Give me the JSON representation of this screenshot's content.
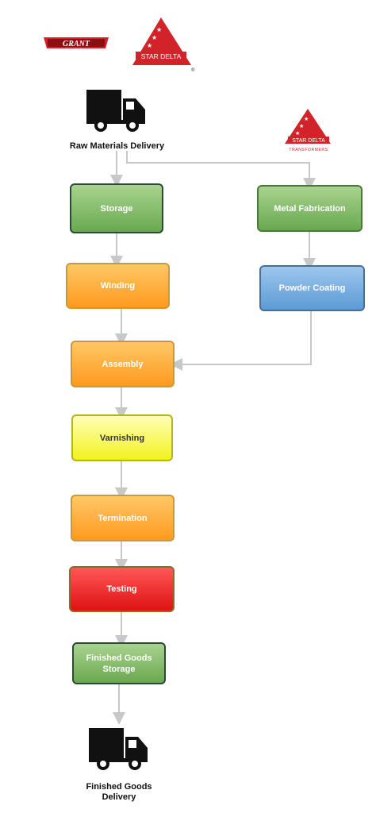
{
  "logos": {
    "grant": "GRANT",
    "star_delta": "STAR DELTA",
    "star_delta_small": "STAR DELTA",
    "transformers": "TRANSFORMERS",
    "registered": "®"
  },
  "nodes": {
    "raw_delivery": "Raw Materials Delivery",
    "storage": "Storage",
    "metal_fabrication": "Metal Fabrication",
    "winding": "Winding",
    "powder_coating": "Powder Coating",
    "assembly": "Assembly",
    "varnishing": "Varnishing",
    "termination": "Termination",
    "testing": "Testing",
    "finished_storage_line1": "Finished Goods",
    "finished_storage_line2": "Storage",
    "finished_delivery_line1": "Finished Goods",
    "finished_delivery_line2": "Delivery"
  },
  "colors": {
    "brand_red": "#d2232a",
    "connector": "#c8c8c8",
    "truck": "#111111"
  },
  "icons": [
    "truck-icon",
    "star-delta-logo",
    "grant-logo"
  ]
}
